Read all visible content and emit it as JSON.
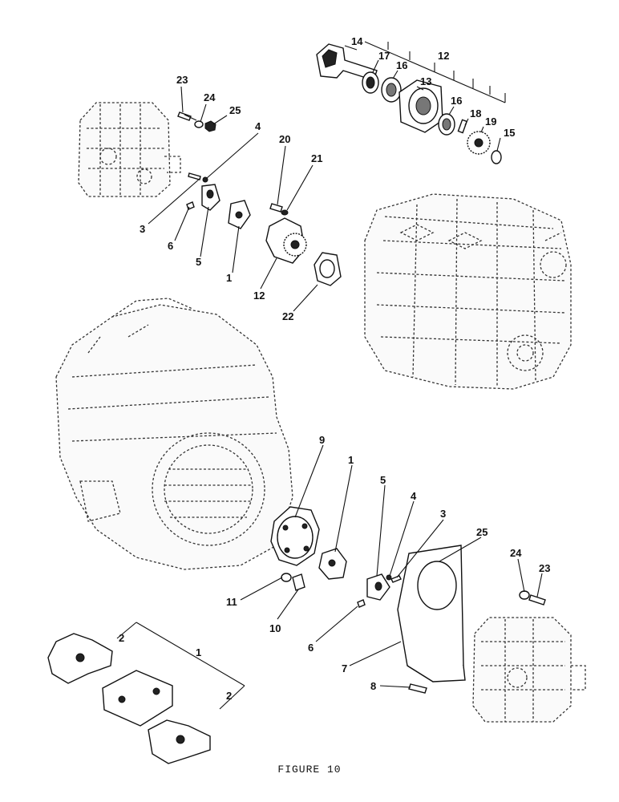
{
  "caption": "FIGURE 10",
  "callouts": {
    "c1_top": "1",
    "c3_top": "3",
    "c4_top": "4",
    "c5_top": "5",
    "c6_top": "6",
    "c12_top": "12",
    "c12_kit": "12",
    "c13": "13",
    "c14": "14",
    "c15": "15",
    "c16_a": "16",
    "c16_b": "16",
    "c17": "17",
    "c18": "18",
    "c19": "19",
    "c20": "20",
    "c21": "21",
    "c22": "22",
    "c23_top": "23",
    "c24_top": "24",
    "c25_top": "25",
    "c9": "9",
    "c1_mid": "1",
    "c5_mid": "5",
    "c4_mid": "4",
    "c3_mid": "3",
    "c25_mid": "25",
    "c24_right": "24",
    "c23_right": "23",
    "c11": "11",
    "c10": "10",
    "c6_mid": "6",
    "c7": "7",
    "c8": "8",
    "c2_a": "2",
    "c1_bottom": "1",
    "c2_b": "2"
  }
}
